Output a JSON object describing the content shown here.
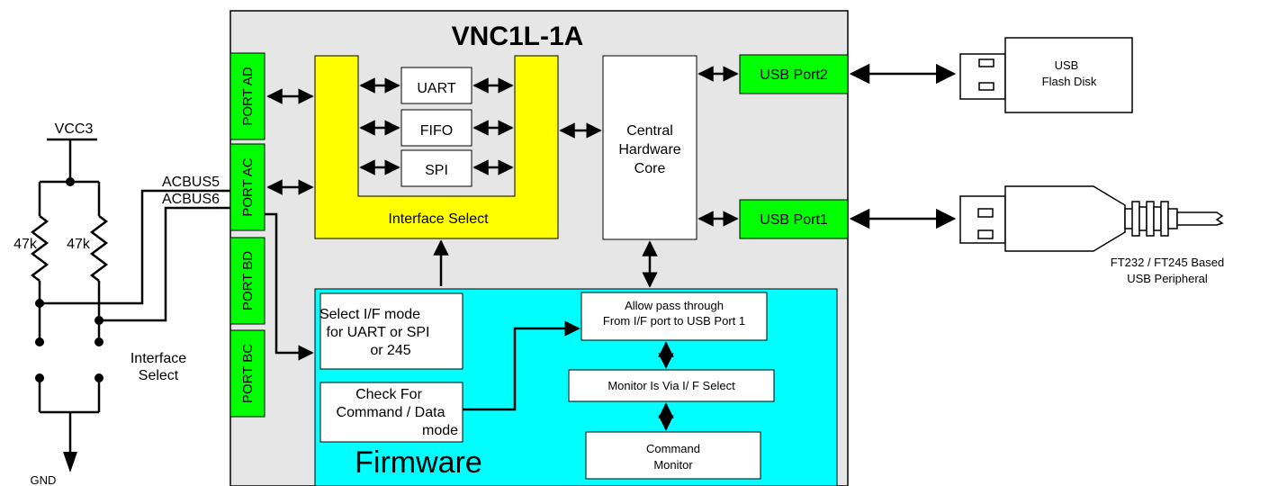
{
  "chip": {
    "title": "VNC1L-1A"
  },
  "ports": {
    "ad": "PORT AD",
    "ac": "PORT AC",
    "bd": "PORT BD",
    "bc": "PORT BC",
    "usb2": "USB Port2",
    "usb1": "USB Port1"
  },
  "interface_select": {
    "label": "Interface Select",
    "uart": "UART",
    "fifo": "FIFO",
    "spi": "SPI"
  },
  "core": {
    "lines": [
      "Central",
      "Hardware",
      "Core"
    ]
  },
  "firmware": {
    "label": "Firmware",
    "select_mode": [
      "Select I/F mode",
      "for UART or SPI",
      "or 245"
    ],
    "check_cmd": [
      "Check For",
      "Command /  Data",
      "mode"
    ],
    "allow_pass": [
      "Allow pass through",
      "From I/F port to USB Port 1"
    ],
    "monitor_via": "Monitor Is Via I/ F Select",
    "cmd_monitor": [
      "Command",
      "Monitor"
    ]
  },
  "schematic": {
    "vcc": "VCC3",
    "gnd": "GND",
    "r1": "47k",
    "r2": "47k",
    "acbus5": "ACBUS5",
    "acbus6": "ACBUS6",
    "jumper_label": [
      "Interface",
      "Select"
    ]
  },
  "devices": {
    "flash": [
      "USB",
      "Flash Disk"
    ],
    "peripheral": [
      "FT232 / FT245 Based",
      "USB Peripheral"
    ]
  },
  "colors": {
    "chip_bg": "#e6e6e6",
    "port_green": "#00ff00",
    "interface_yellow": "#ffff00",
    "firmware_cyan": "#00ffff"
  }
}
